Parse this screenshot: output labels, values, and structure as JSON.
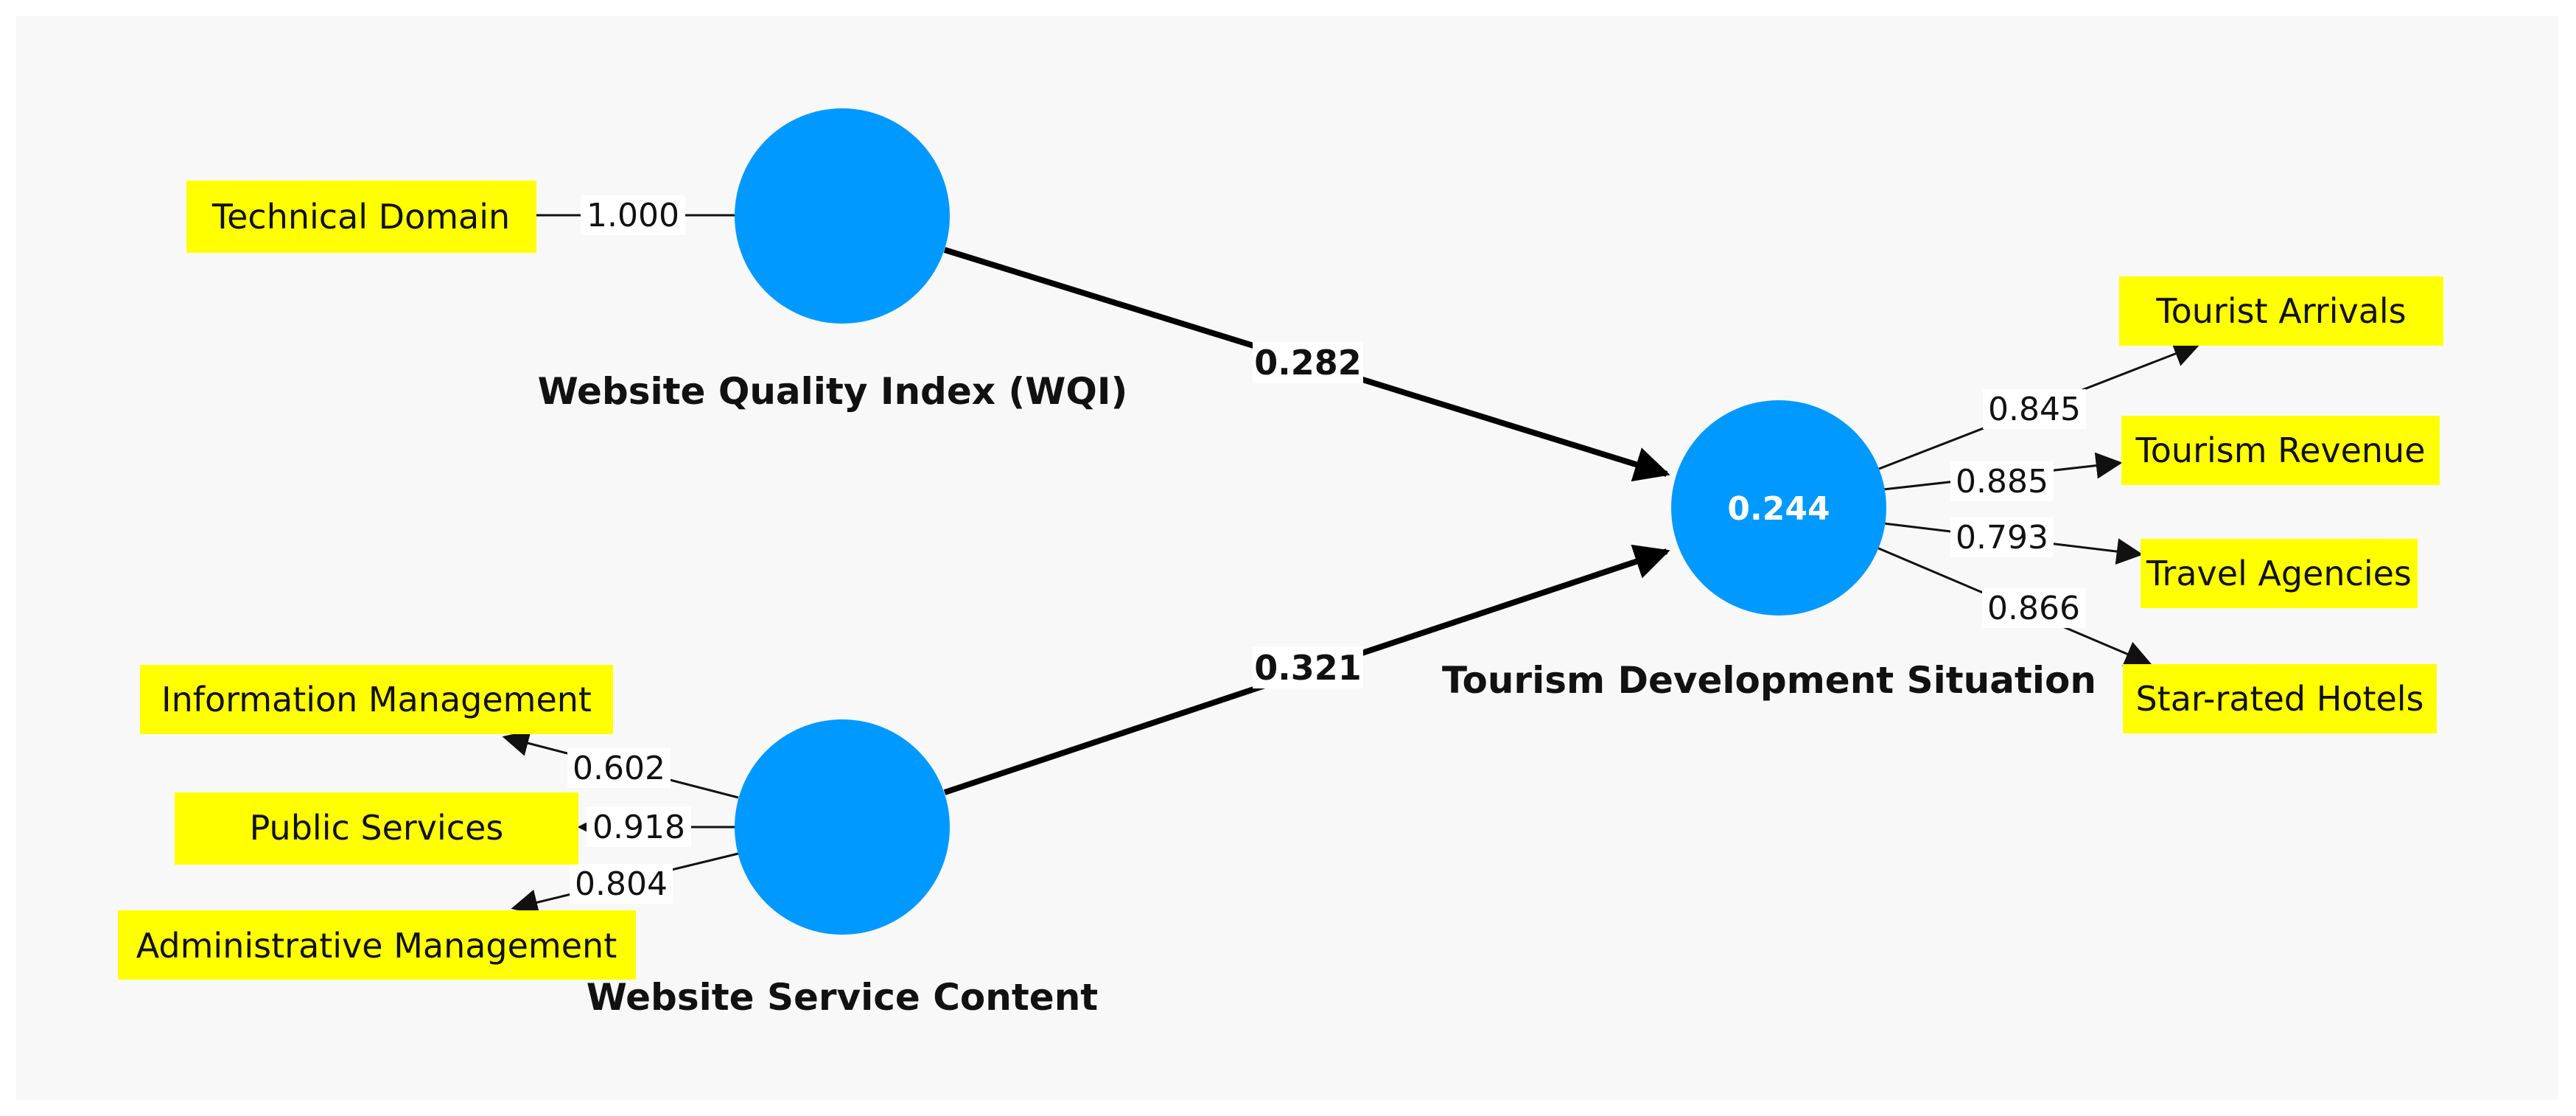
{
  "colors": {
    "construct": "#0099ff",
    "indicator_box": "#ffff00",
    "arrow": "#000000"
  },
  "constructs": {
    "wqi": {
      "name": "Website Quality Index (WQI)",
      "value": ""
    },
    "wsc": {
      "name": "Website Service Content",
      "value": ""
    },
    "tds": {
      "name": "Tourism Development Situation",
      "value": "0.244"
    }
  },
  "indicators": {
    "technical_domain": "Technical Domain",
    "information_management": "Information Management",
    "public_services": "Public Services",
    "administrative_management": "Administrative Management",
    "tourist_arrivals": "Tourist Arrivals",
    "tourism_revenue": "Tourism Revenue",
    "travel_agencies": "Travel Agencies",
    "star_rated_hotels": "Star-rated Hotels"
  },
  "loadings": {
    "technical_domain": "1.000",
    "information_management": "0.602",
    "public_services": "0.918",
    "administrative_management": "0.804",
    "tourist_arrivals": "0.845",
    "tourism_revenue": "0.885",
    "travel_agencies": "0.793",
    "star_rated_hotels": "0.866"
  },
  "paths": {
    "wqi_to_tds": "0.282",
    "wsc_to_tds": "0.321"
  }
}
